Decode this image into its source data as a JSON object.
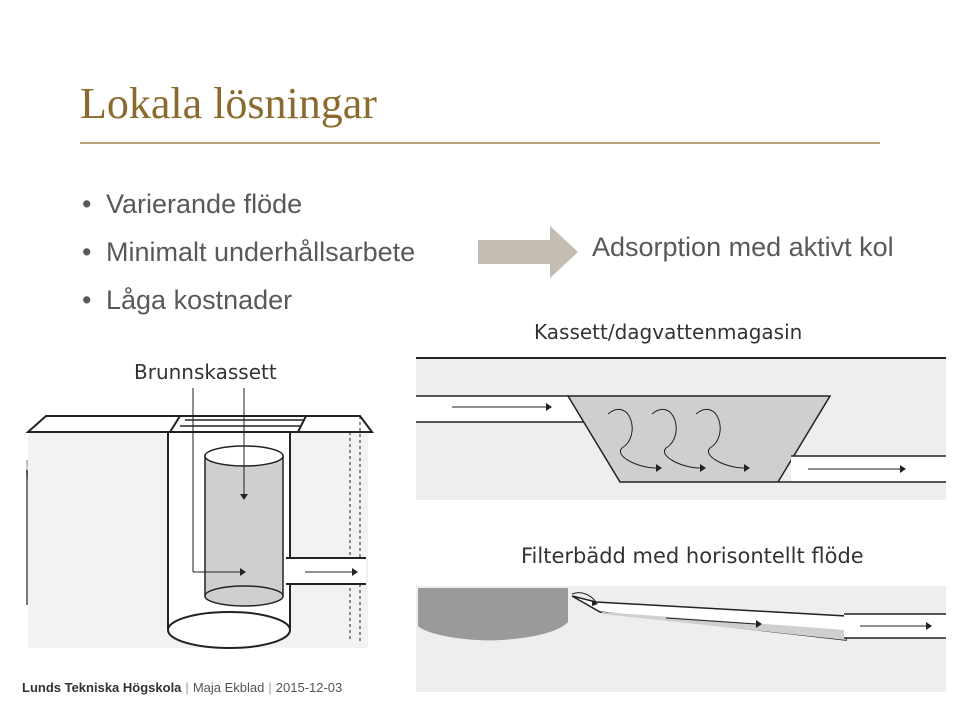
{
  "slide": {
    "title": "Lokala lösningar",
    "bullets": [
      {
        "marker": "•",
        "text": "Varierande flöde"
      },
      {
        "marker": "•",
        "text": "Minimalt underhållsarbete"
      },
      {
        "marker": "•",
        "text": "Låga kostnader"
      }
    ],
    "arrow_target": "Adsorption med aktivt kol"
  },
  "figures": {
    "brunnskassett_label": "Brunnskassett",
    "kassett_label": "Kassett/dagvattenmagasin",
    "filterbadd_label": "Filterbädd med horisontellt flöde"
  },
  "footer": {
    "organization": "Lunds Tekniska Högskola",
    "author": "Maja Ekblad",
    "date": "2015-12-03",
    "separator": "|"
  },
  "colors": {
    "title": "#8a6a2e",
    "rule": "#b8a27a",
    "body_text": "#595959",
    "arrow": "#c2bcb2"
  }
}
